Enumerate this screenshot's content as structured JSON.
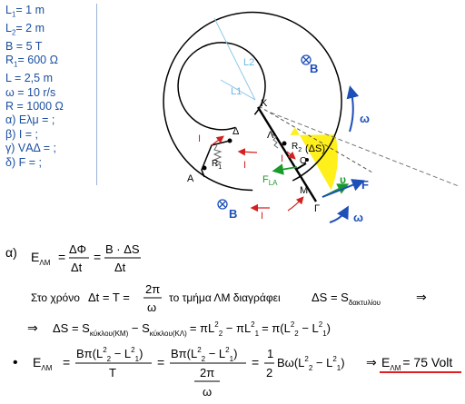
{
  "given": {
    "l1": {
      "sym": "L",
      "sub": "1",
      "val": "= 1 m"
    },
    "l2": {
      "sym": "L",
      "sub": "2",
      "val": "= 2 m"
    },
    "b": "B = 5 T",
    "r1": {
      "sym": "R",
      "sub": "1",
      "val": "= 600 Ω"
    },
    "l": "L = 2,5 m",
    "w": "ω = 10 r/s",
    "r": "R = 1000 Ω",
    "qa": "α) Eλμ = ;",
    "qb": "β) Ι = ;",
    "qc": "γ) VΑΔ = ;",
    "qd": "δ) F = ;"
  },
  "diagram": {
    "L2": "L2",
    "L1": "L1",
    "B": "B",
    "omega": "ω",
    "K": "K",
    "Delta": "Δ",
    "Lambda": "Λ",
    "A": "A",
    "M": "M",
    "Gamma": "Γ",
    "O": "O",
    "R1": "R",
    "R1sub": "1",
    "R2": "R",
    "R2sub": "2",
    "dS": "(ΔS)",
    "I": "I",
    "F": "F",
    "FLA": "F",
    "FLAsub": "LA",
    "u": "υ"
  },
  "solution": {
    "part": "α)",
    "E": "E",
    "LM": "ΛΜ",
    "dPhi": "ΔΦ",
    "dt": "Δt",
    "BdS": "B · ΔS",
    "line2a": "Στο χρόνο",
    "line2b": "Δt = T =",
    "twoPi": "2π",
    "omega": "ω",
    "line2c": "το τμήμα ΛΜ διαγράφει",
    "line2d": "ΔS = S",
    "line2dsub": "δακτυλίου",
    "imp": "⇒",
    "dS": "ΔS = S",
    "km": "κύκλου(ΚΜ)",
    "minusS": " − S",
    "kl": "κύκλου(ΚΛ)",
    "pi": "= πL",
    "minusPi": " − πL",
    "eqPi": "= π(L",
    "minusL": " − L",
    "close": ")",
    "two": "2",
    "one": "1",
    "bullet": "•",
    "Bpi": "Bπ(L",
    "T": "T",
    "half1": "1",
    "half2": "2",
    "Bw": "Bω(L",
    "result": "E",
    "resultSub": "ΛΜ",
    "resultVal": "= 75 Volt",
    "eq": "="
  }
}
